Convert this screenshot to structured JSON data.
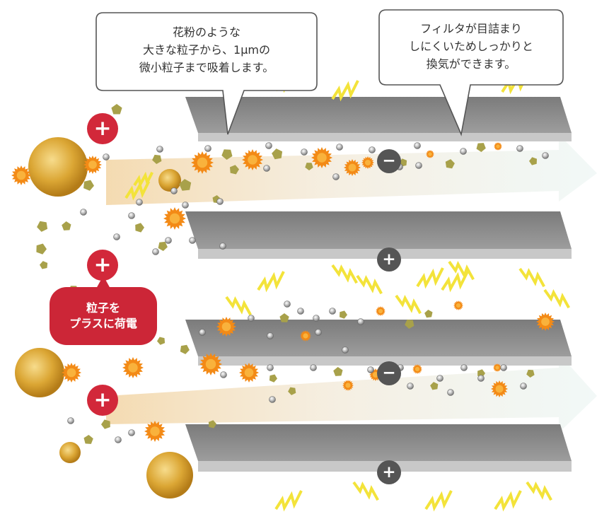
{
  "callouts": {
    "left": "花粉のような\n大きな粒子から、1μmの\n微小粒子まで吸着します。",
    "right": "フィルタが目詰まり\nしにくいためしっかりと\n換気ができます。"
  },
  "badge": {
    "label": "粒子を\nプラスに荷電"
  },
  "symbols": {
    "plus": "+",
    "minus": "−"
  },
  "colors": {
    "charge_red": "#d2283a",
    "plate_gray": "#8a8a8a",
    "plate_dark": "#555555",
    "pollen_gold": "#d9a52a",
    "dust_olive": "#a8a14a",
    "spark_yellow": "#f3e33a",
    "flow_arrow": "#f2e6d2",
    "particle_orange": "#f38a16"
  }
}
